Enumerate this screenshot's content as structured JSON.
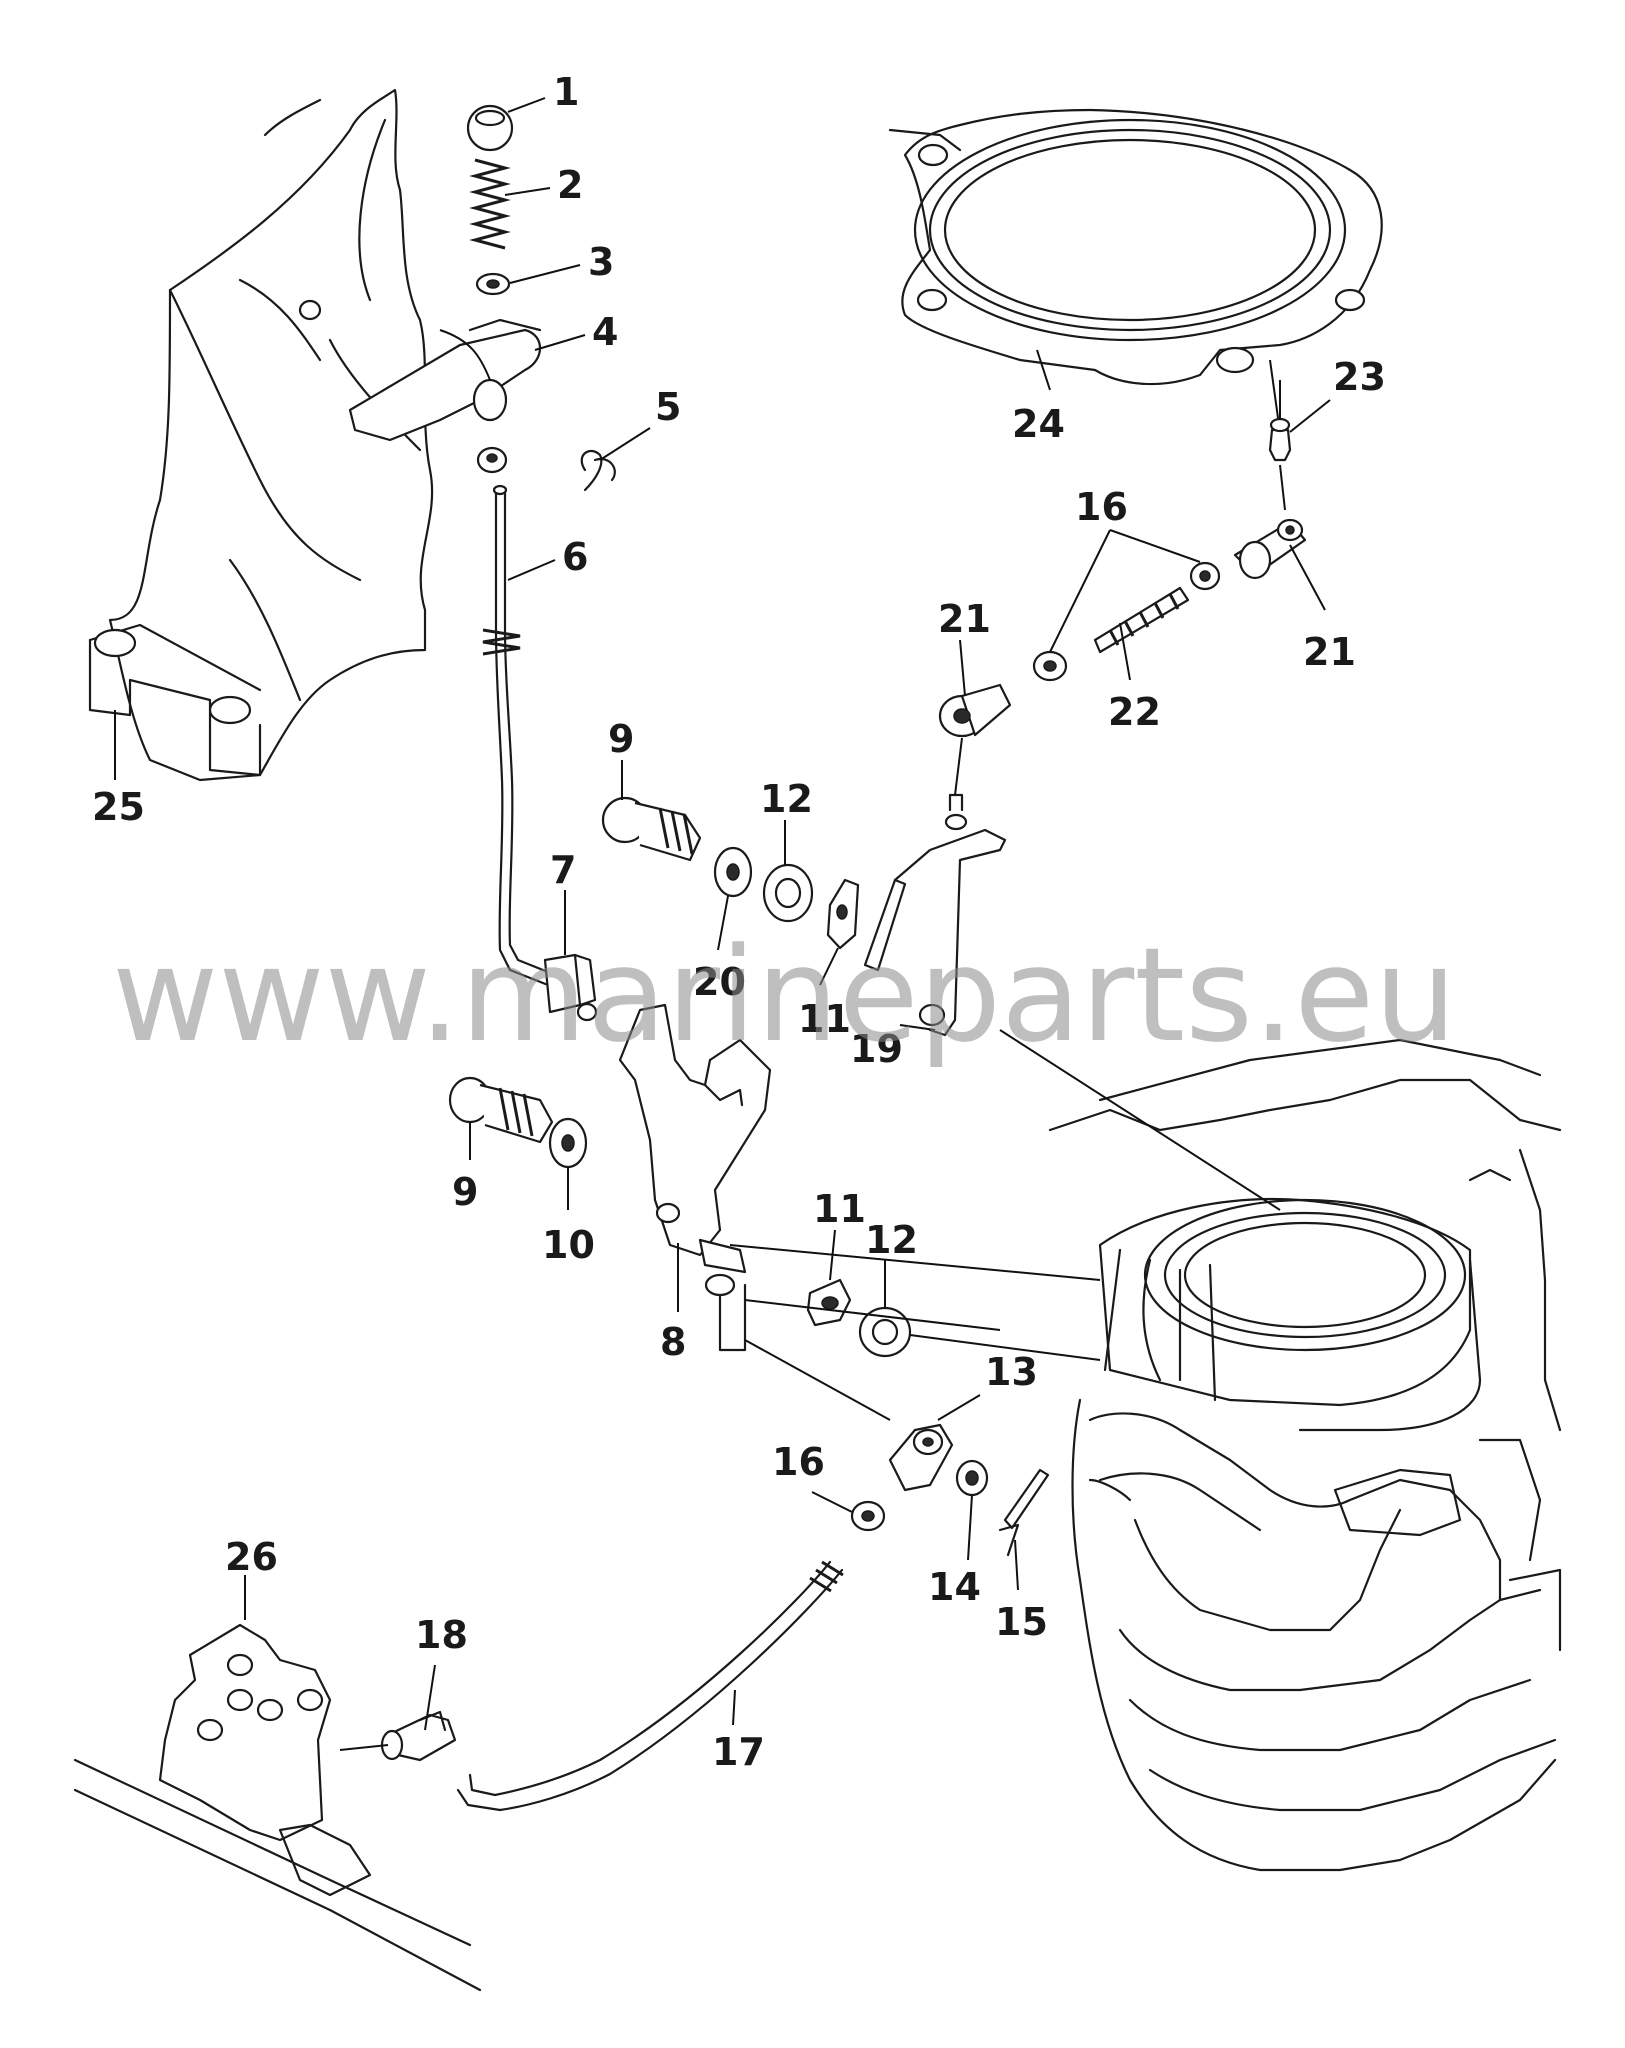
{
  "watermark": "www.marineparts.eu",
  "callouts": {
    "c1": "1",
    "c2": "2",
    "c3": "3",
    "c4": "4",
    "c5": "5",
    "c6": "6",
    "c7": "7",
    "c8": "8",
    "c9a": "9",
    "c9b": "9",
    "c10": "10",
    "c11a": "11",
    "c11b": "11",
    "c12a": "12",
    "c12b": "12",
    "c13": "13",
    "c14": "14",
    "c15": "15",
    "c16a": "16",
    "c16b": "16",
    "c17": "17",
    "c18": "18",
    "c19": "19",
    "c20": "20",
    "c21a": "21",
    "c21b": "21",
    "c22": "22",
    "c23": "23",
    "c24": "24",
    "c25": "25",
    "c26": "26"
  }
}
